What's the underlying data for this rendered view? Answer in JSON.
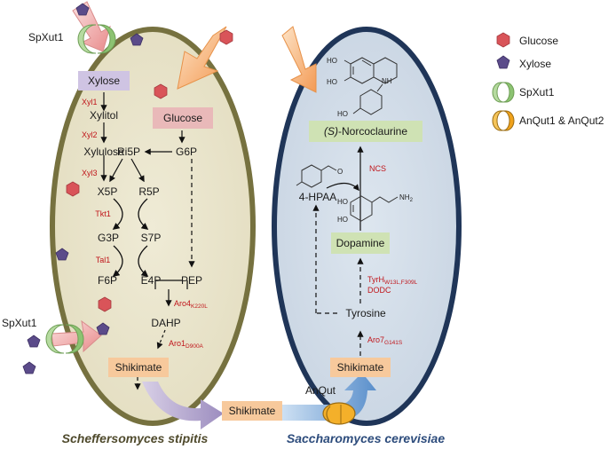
{
  "legend": {
    "glucose": "Glucose",
    "xylose": "Xylose",
    "spxut1": "SpXut1",
    "anqut": "AnQut1 & AnQut2"
  },
  "cells": {
    "left_species": "Scheffersomyces stipitis",
    "right_species": "Saccharomyces cerevisiae"
  },
  "transporters": {
    "spxut1_top": "SpXut1",
    "spxut1_side": "SpXut1",
    "anqut": "AnQut"
  },
  "left_pathway": {
    "xylose": "Xylose",
    "glucose": "Glucose",
    "xyl1": "Xyl1",
    "xylitol": "Xylitol",
    "xyl2": "Xyl2",
    "xylulose": "Xylulose",
    "xyl3": "Xyl3",
    "ri5p": "Ri5P",
    "g6p": "G6P",
    "x5p": "X5P",
    "r5p": "R5P",
    "tkt1": "Tkt1",
    "g3p": "G3P",
    "s7p": "S7P",
    "tal1": "Tal1",
    "f6p": "F6P",
    "e4p": "E4P",
    "pep": "PEP",
    "aro4": "Aro4",
    "aro4_sub": "K220L",
    "dahp": "DAHP",
    "aro1": "Aro1",
    "aro1_sub": "D900A",
    "shikimate": "Shikimate"
  },
  "middle": {
    "shikimate": "Shikimate"
  },
  "right_pathway": {
    "shikimate": "Shikimate",
    "aro7": "Aro7",
    "aro7_sub": "G141S",
    "tyrosine": "Tyrosine",
    "tyrh": "TyrH",
    "tyrh_sub": "W13L,F309L",
    "dodc": "DODC",
    "dopamine": "Dopamine",
    "hpaa": "4-HPAA",
    "ncs": "NCS",
    "product_prefix": "(S)",
    "product": "-Norcoclaurine",
    "ho1": "HO",
    "ho2": "HO",
    "nh2": "NH",
    "nh2_sub": "2",
    "o": "O",
    "ho3": "HO",
    "ho4": "HO",
    "nh": "NH",
    "ho5": "HO"
  },
  "colors": {
    "left_cell_fill": "#e8e3cb",
    "left_cell_border": "#6e6a3a",
    "right_cell_fill": "#d3dde8",
    "right_cell_border": "#24395c",
    "glucose_hex": "#d95459",
    "xylose_pent": "#5b4b8a",
    "xylose_box": "#cfc4e3",
    "glucose_box": "#e9b9b9",
    "shikimate_box": "#f7c99c",
    "green_box": "#cfe2b4",
    "enzyme_red": "#c0161b",
    "left_species_color": "#4f4a2c",
    "right_species_color": "#2d4c7c"
  }
}
